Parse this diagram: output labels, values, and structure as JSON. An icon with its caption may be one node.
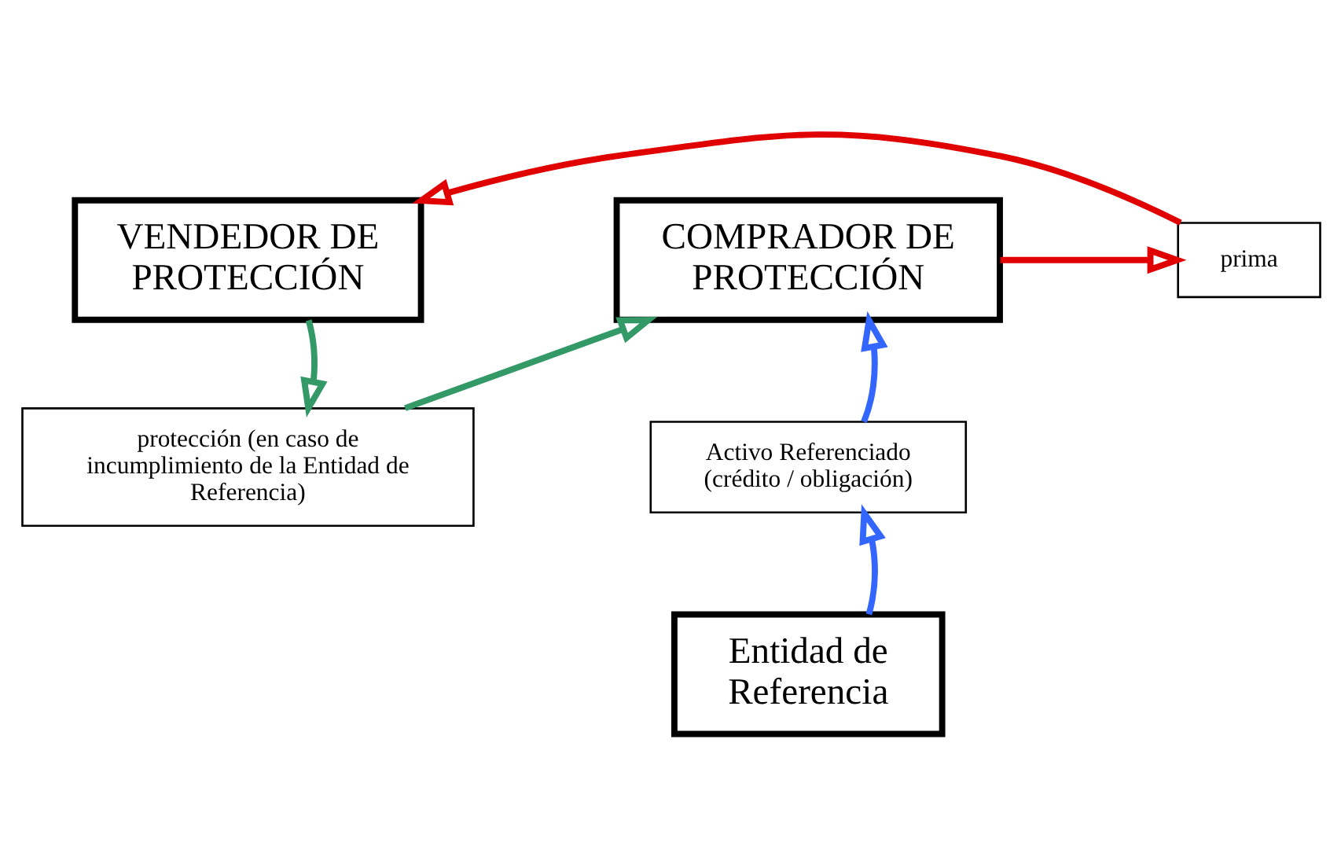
{
  "diagram": {
    "nodes": [
      {
        "text": [
          "VENDEDOR DE PROTECCIÓN"
        ]
      },
      {
        "text": [
          "prima"
        ]
      },
      {
        "text": [
          "COMPRADOR DE PROTECCIÓN"
        ]
      },
      {
        "text": [
          "protección (en caso de incumplimiento de la Entidad de Referencia)"
        ]
      },
      {
        "text": [
          "Activo Referenciado (crédito / obligación)"
        ]
      },
      {
        "text": [
          "Entidad de Referencia"
        ]
      }
    ],
    "edges": [
      {
        "from": 2,
        "to": 1,
        "arrow": "to",
        "color": "#e00000"
      },
      {
        "from": 1,
        "to": 0,
        "arrow": "to",
        "color": "#e00000"
      },
      {
        "from": 0,
        "to": 3,
        "arrow": "to",
        "color": "#339966"
      },
      {
        "from": 3,
        "to": 2,
        "arrow": "to",
        "color": "#339966"
      },
      {
        "from": 5,
        "to": 4,
        "arrow": "to",
        "color": "#3366ff"
      },
      {
        "from": 4,
        "to": 2,
        "arrow": "to",
        "color": "#3366ff"
      }
    ]
  }
}
